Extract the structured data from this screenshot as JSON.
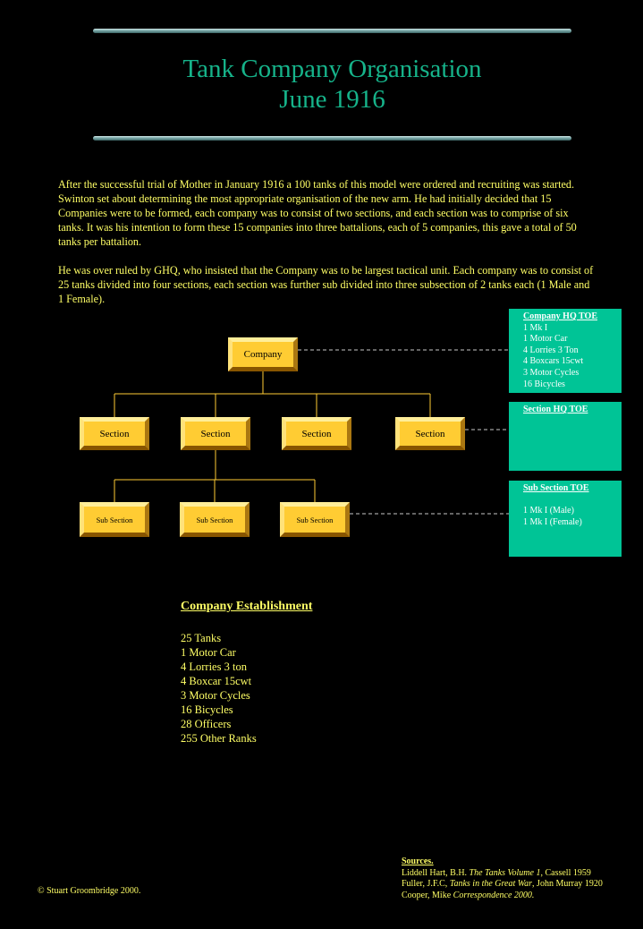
{
  "header": {
    "title_line1": "Tank Company Organisation",
    "title_line2": "June 1916"
  },
  "intro": {
    "paragraph1": "After the successful trial of Mother in January 1916 a 100 tanks of this model were ordered and recruiting was started. Swinton set about determining the most appropriate organisation of the new arm. He had initially decided that 15 Companies were to be formed, each company was to consist of two sections, and each section was to comprise of six tanks. It was his intention to form these 15 companies into three battalions, each of 5 companies, this gave a total of 50 tanks per battalion.",
    "paragraph2": "He was over ruled by GHQ, who insisted that the Company was to be largest tactical unit. Each company was to consist of 25 tanks divided into four sections, each section was further sub divided into three subsection of 2 tanks each (1 Male and 1 Female)."
  },
  "org_chart": {
    "company_label": "Company",
    "section_labels": [
      "Section",
      "Section",
      "Section",
      "Section"
    ],
    "subsection_labels": [
      "Sub Section",
      "Sub Section",
      "Sub Section"
    ]
  },
  "toe": {
    "company": {
      "title": "Company HQ TOE",
      "items": [
        "1 Mk I",
        "1 Motor Car",
        "4 Lorries 3 Ton",
        "4 Boxcars 15cwt",
        "3 Motor Cycles",
        "16 Bicycles"
      ]
    },
    "section": {
      "title": "Section HQ TOE",
      "items": []
    },
    "subsection": {
      "title": "Sub Section TOE",
      "items": [
        "1 Mk I (Male)",
        "1 Mk I (Female)"
      ]
    }
  },
  "establishment": {
    "title": "Company Establishment",
    "items": [
      "25 Tanks",
      "1 Motor Car",
      "4 Lorries 3 ton",
      "4 Boxcar 15cwt",
      "3 Motor Cycles",
      "16 Bicycles",
      "28 Officers",
      "255 Other Ranks"
    ]
  },
  "footer": {
    "copyright": "© Stuart Groombridge 2000.",
    "sources_title": "Sources.",
    "source1_author": "Liddell Hart, B.H. ",
    "source1_title": "The Tanks Volume 1",
    "source1_pub": ", Cassell 1959",
    "source2_author": "Fuller, J.F.C, ",
    "source2_title": "Tanks in the Great War",
    "source2_pub": ", John Murray 1920",
    "source3_author": "Cooper, Mike ",
    "source3_title": "Correspondence 2000."
  },
  "colors": {
    "background": "#000000",
    "text": "#ffff66",
    "title": "#16b38a",
    "box_fill": "#ffcc33",
    "toe_panel": "#00c496",
    "connector": "#ffcc33"
  }
}
